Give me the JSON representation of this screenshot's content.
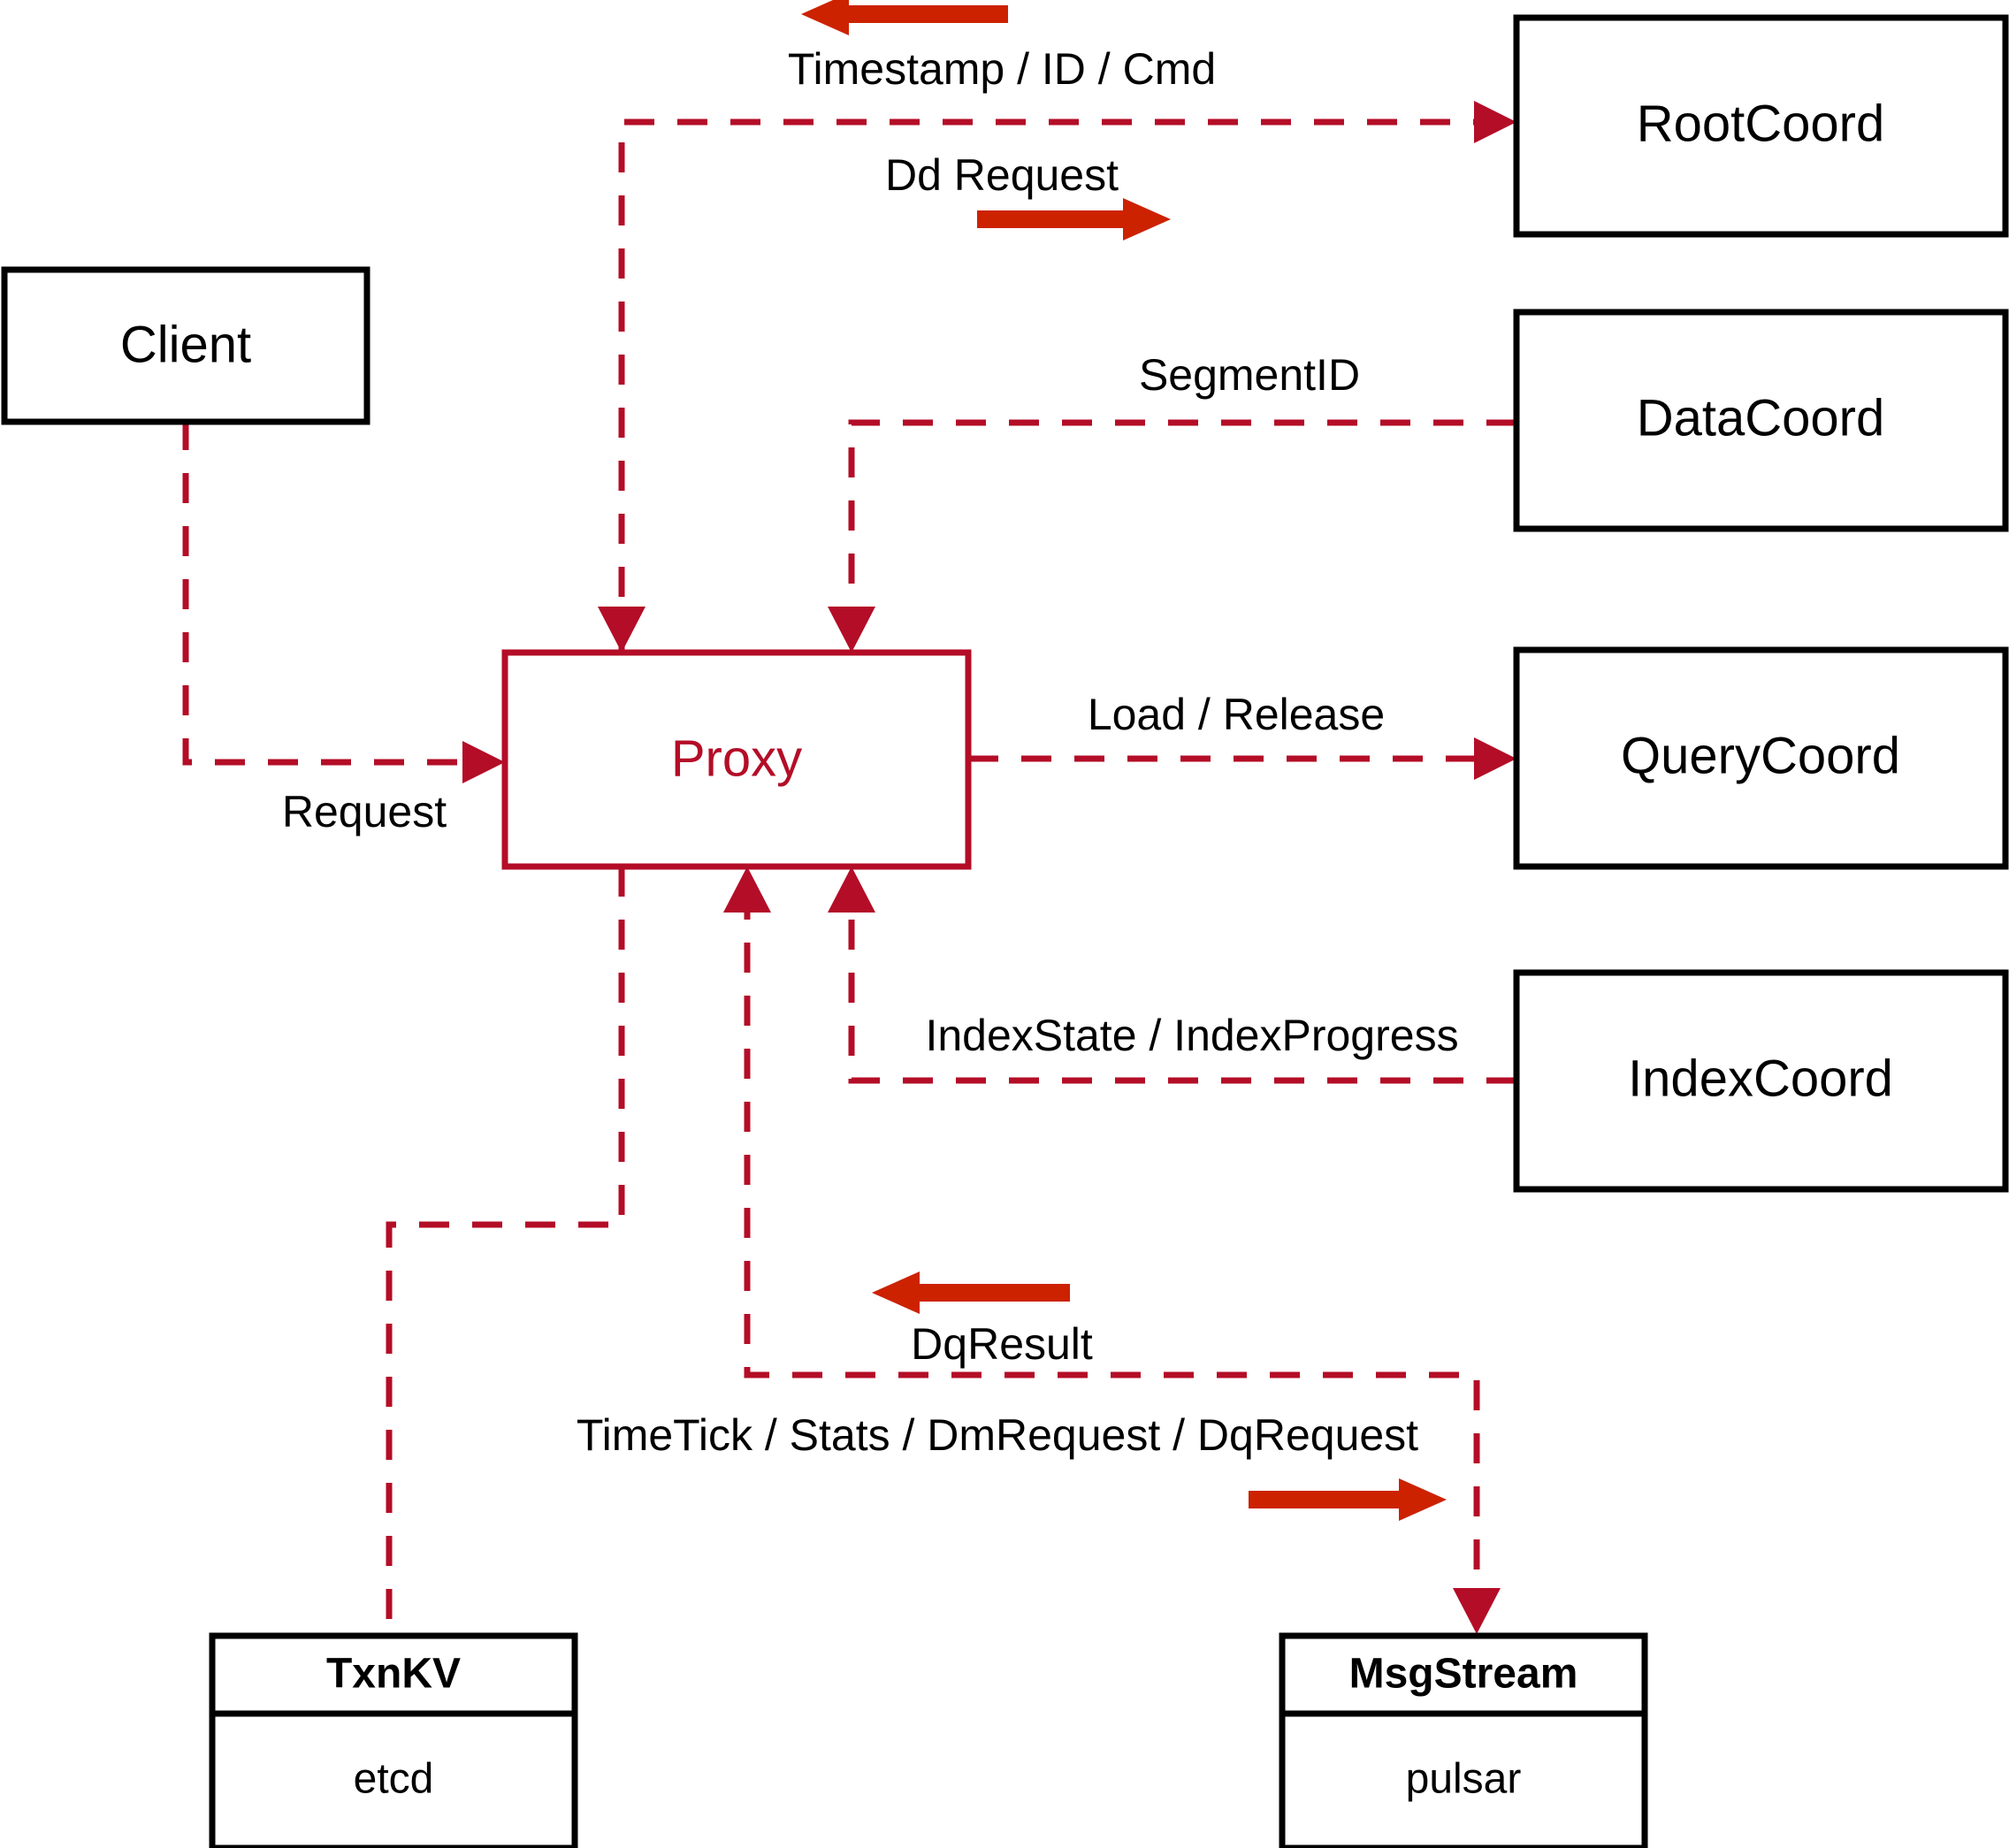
{
  "diagram": {
    "title": "Proxy component interaction diagram",
    "colors": {
      "node_stroke": "#000000",
      "proxy_stroke": "#b40d27",
      "connector": "#b40d27",
      "direction_arrow": "#cc2200",
      "background": "#ffffff"
    },
    "nodes": [
      {
        "id": "client",
        "label": "Client",
        "style": "black-box"
      },
      {
        "id": "proxy",
        "label": "Proxy",
        "style": "red-box"
      },
      {
        "id": "rootcoord",
        "label": "RootCoord",
        "style": "black-box"
      },
      {
        "id": "datacoord",
        "label": "DataCoord",
        "style": "black-box"
      },
      {
        "id": "querycoord",
        "label": "QueryCoord",
        "style": "black-box"
      },
      {
        "id": "indexcoord",
        "label": "IndexCoord",
        "style": "black-box"
      },
      {
        "id": "txnkv",
        "label": "TxnKV",
        "sublabel": "etcd",
        "style": "black-box-split"
      },
      {
        "id": "msgstream",
        "label": "MsgStream",
        "sublabel": "pulsar",
        "style": "black-box-split"
      }
    ],
    "edges": [
      {
        "id": "client-to-proxy",
        "from": "client",
        "to": "proxy",
        "label": "Request",
        "direction_arrow": null
      },
      {
        "id": "proxy-rootcoord",
        "from": "proxy",
        "to": "rootcoord",
        "label": "Dd Request",
        "return_label": "Timestamp / ID / Cmd",
        "direction_arrow": "right",
        "return_arrow": "left"
      },
      {
        "id": "datacoord-proxy",
        "from": "datacoord",
        "to": "proxy",
        "label": "SegmentID",
        "direction_arrow": null
      },
      {
        "id": "proxy-querycoord",
        "from": "proxy",
        "to": "querycoord",
        "label": "Load / Release",
        "direction_arrow": null
      },
      {
        "id": "indexcoord-proxy",
        "from": "indexcoord",
        "to": "proxy",
        "label": "IndexState / IndexProgress",
        "direction_arrow": null
      },
      {
        "id": "proxy-txnkv",
        "from": "proxy",
        "to": "txnkv",
        "label": "",
        "direction_arrow": null
      },
      {
        "id": "proxy-msgstream",
        "from": "proxy",
        "to": "msgstream",
        "label": "TimeTick / Stats / DmRequest / DqRequest",
        "return_label": "DqResult",
        "direction_arrow": "right",
        "return_arrow": "left"
      }
    ],
    "labels": {
      "timestamp_id_cmd": "Timestamp / ID / Cmd",
      "dd_request": "Dd Request",
      "segment_id": "SegmentID",
      "request": "Request",
      "load_release": "Load / Release",
      "index_state_progress": "IndexState / IndexProgress",
      "dq_result": "DqResult",
      "timetick_stats": "TimeTick / Stats / DmRequest / DqRequest"
    },
    "node_labels": {
      "client": "Client",
      "proxy": "Proxy",
      "rootcoord": "RootCoord",
      "datacoord": "DataCoord",
      "querycoord": "QueryCoord",
      "indexcoord": "IndexCoord",
      "txnkv_title": "TxnKV",
      "txnkv_impl": "etcd",
      "msgstream_title": "MsgStream",
      "msgstream_impl": "pulsar"
    }
  }
}
